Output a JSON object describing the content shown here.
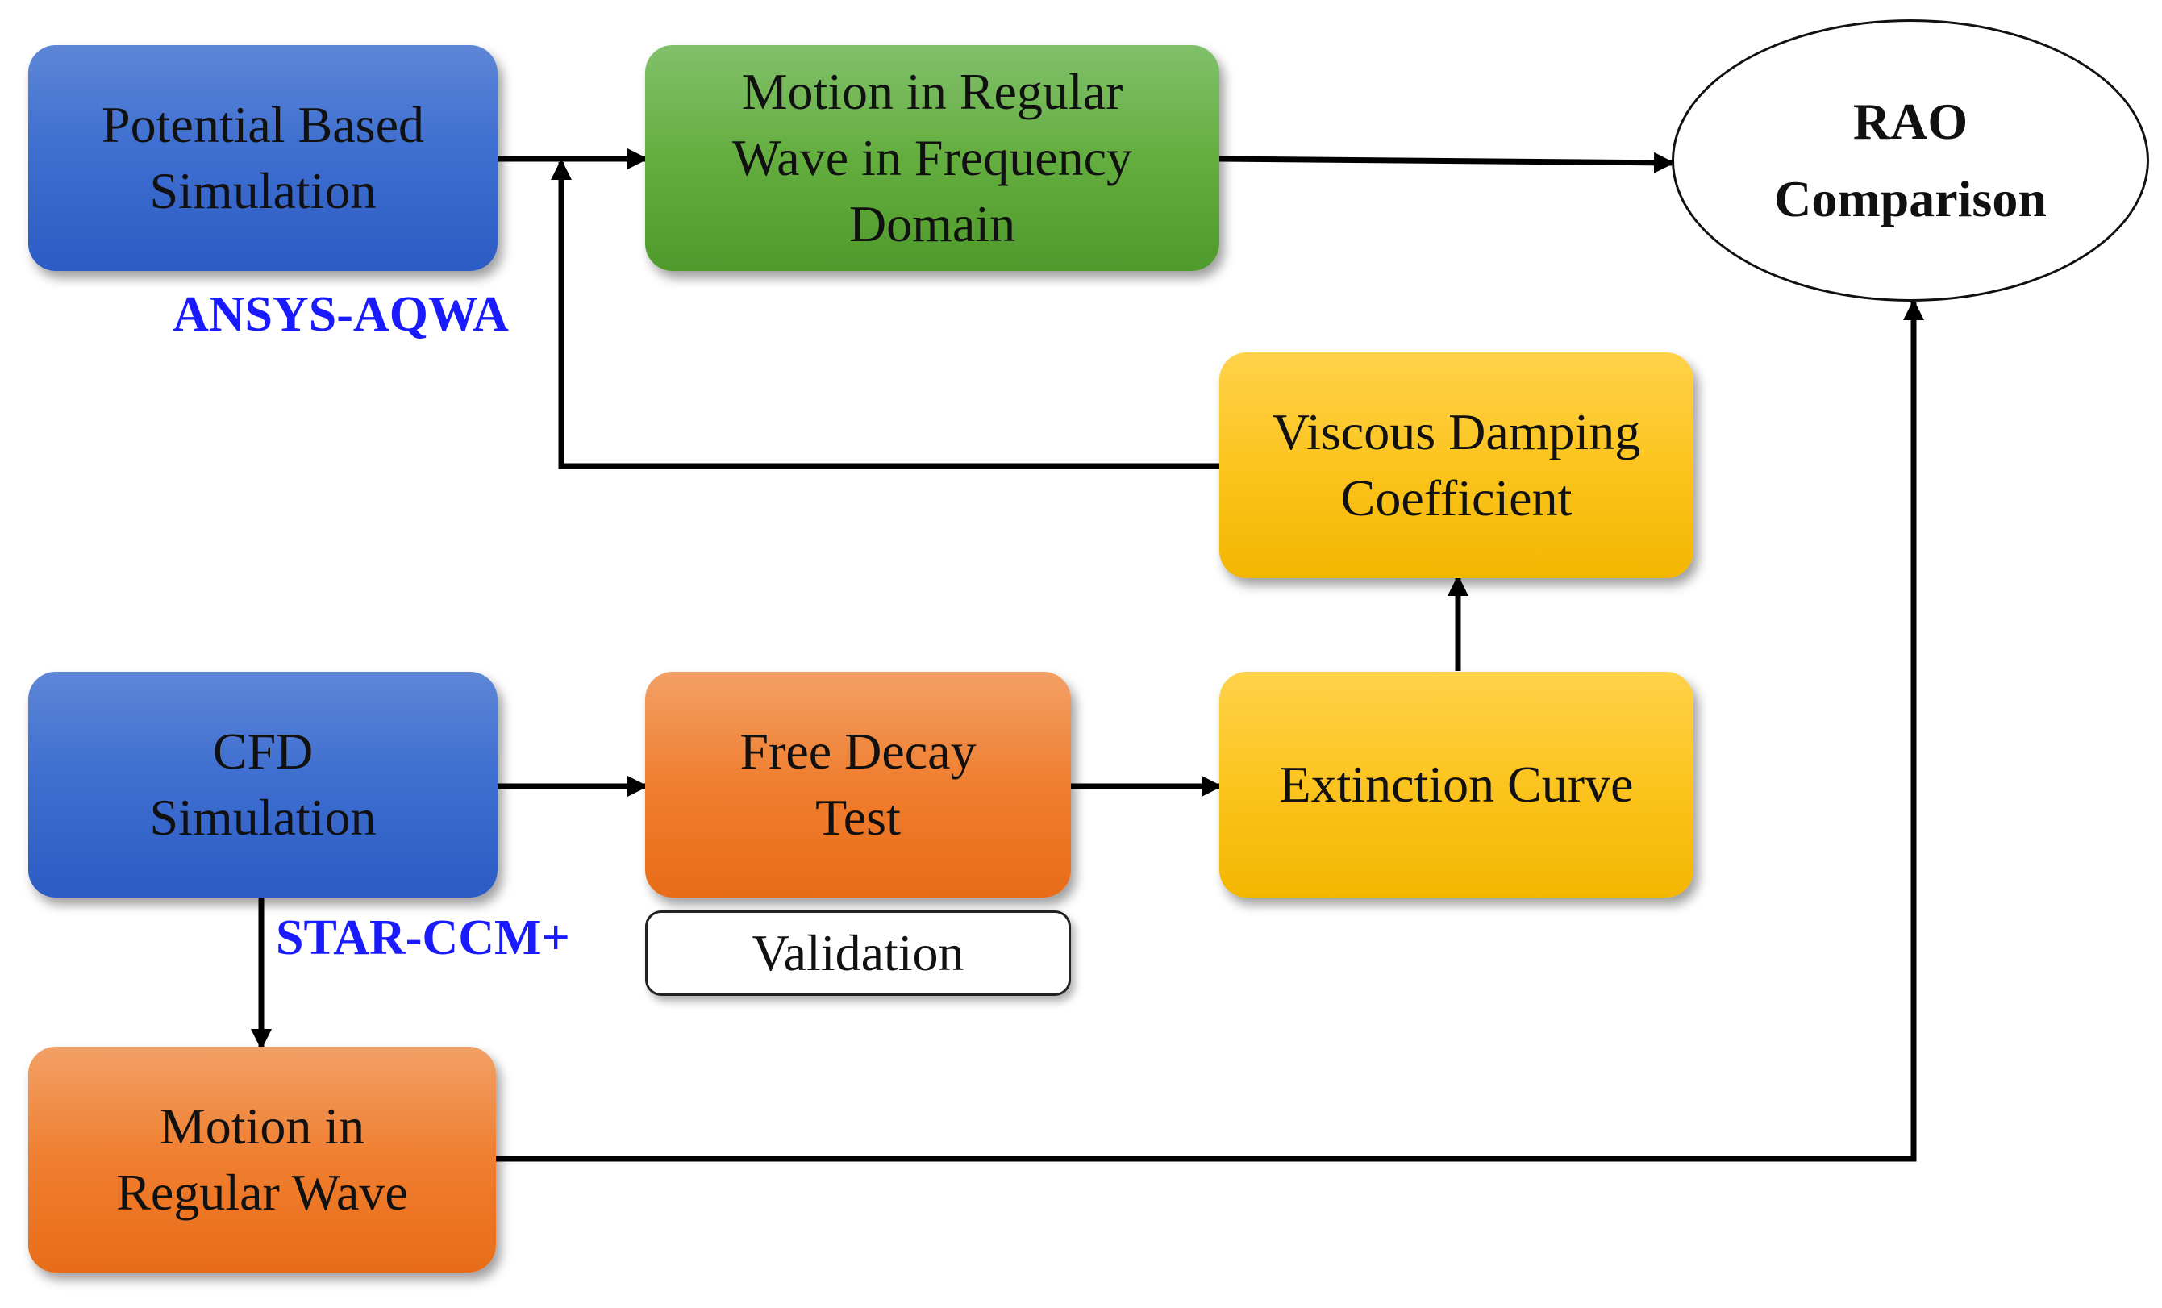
{
  "nodes": {
    "potential": "Potential Based\nSimulation",
    "motion_freq": "Motion in Regular\nWave in Frequency\nDomain",
    "rao": "RAO\nComparison",
    "viscous": "Viscous Damping\nCoefficient",
    "cfd": "CFD\nSimulation",
    "free_decay": "Free Decay\nTest",
    "extinction": "Extinction Curve",
    "motion_regular": "Motion in\nRegular Wave",
    "validation": "Validation"
  },
  "labels": {
    "ansys": "ANSYS-AQWA",
    "star": "STAR-CCM+"
  },
  "colors": {
    "blue": "#3f6fd0",
    "green": "#64ae3f",
    "orange": "#ef7e2f",
    "yellow": "#fcc41e",
    "tool_label": "#1a1aff"
  }
}
